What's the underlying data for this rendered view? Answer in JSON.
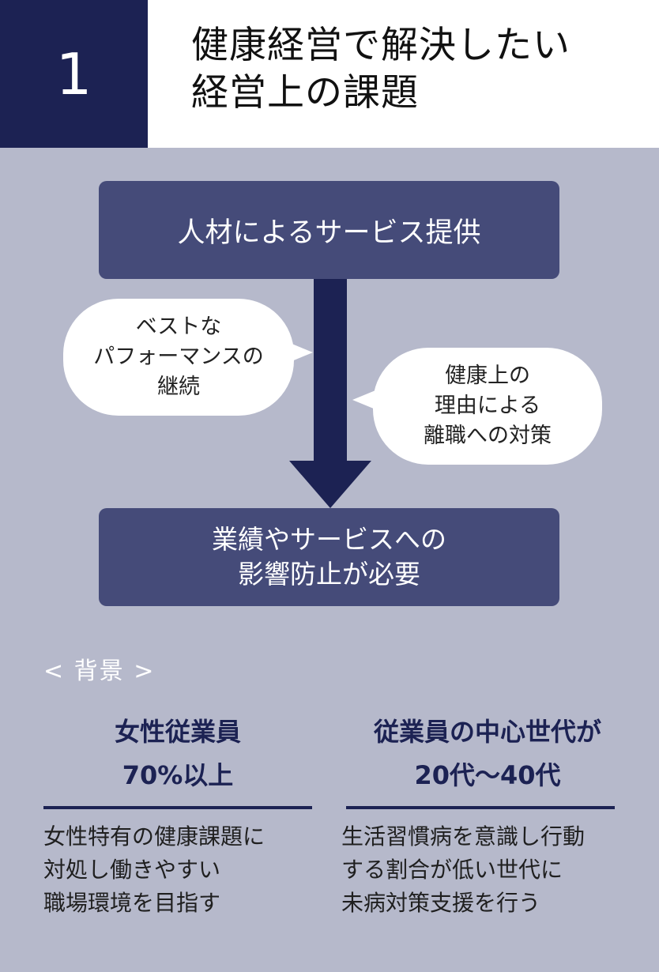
{
  "colors": {
    "navy": "#1c2253",
    "panel_bg": "#b6b9cb",
    "box_fill": "#454b79",
    "arrow": "#1c2253",
    "heading_text": "#1c2253"
  },
  "header": {
    "number": "1",
    "title_lines": [
      "健康経営で解決したい",
      "経営上の課題"
    ]
  },
  "flow": {
    "top_box": "人材によるサービス提供",
    "bottom_box_lines": [
      "業績やサービスへの",
      "影響防止が必要"
    ],
    "left_bubble_lines": [
      "ベストな",
      "パフォーマンスの",
      "継続"
    ],
    "right_bubble_lines": [
      "健康上の",
      "理由による",
      "離職への対策"
    ]
  },
  "background": {
    "label": "< 背景 >",
    "left": {
      "heading_lines": [
        "女性従業員",
        "70%以上"
      ],
      "body_lines": [
        "女性特有の健康課題に",
        "対処し働きやすい",
        "職場環境を目指す"
      ]
    },
    "right": {
      "heading_lines": [
        "従業員の中心世代が",
        "20代〜40代"
      ],
      "body_lines": [
        "生活習慣病を意識し行動",
        "する割合が低い世代に",
        "未病対策支援を行う"
      ]
    }
  }
}
